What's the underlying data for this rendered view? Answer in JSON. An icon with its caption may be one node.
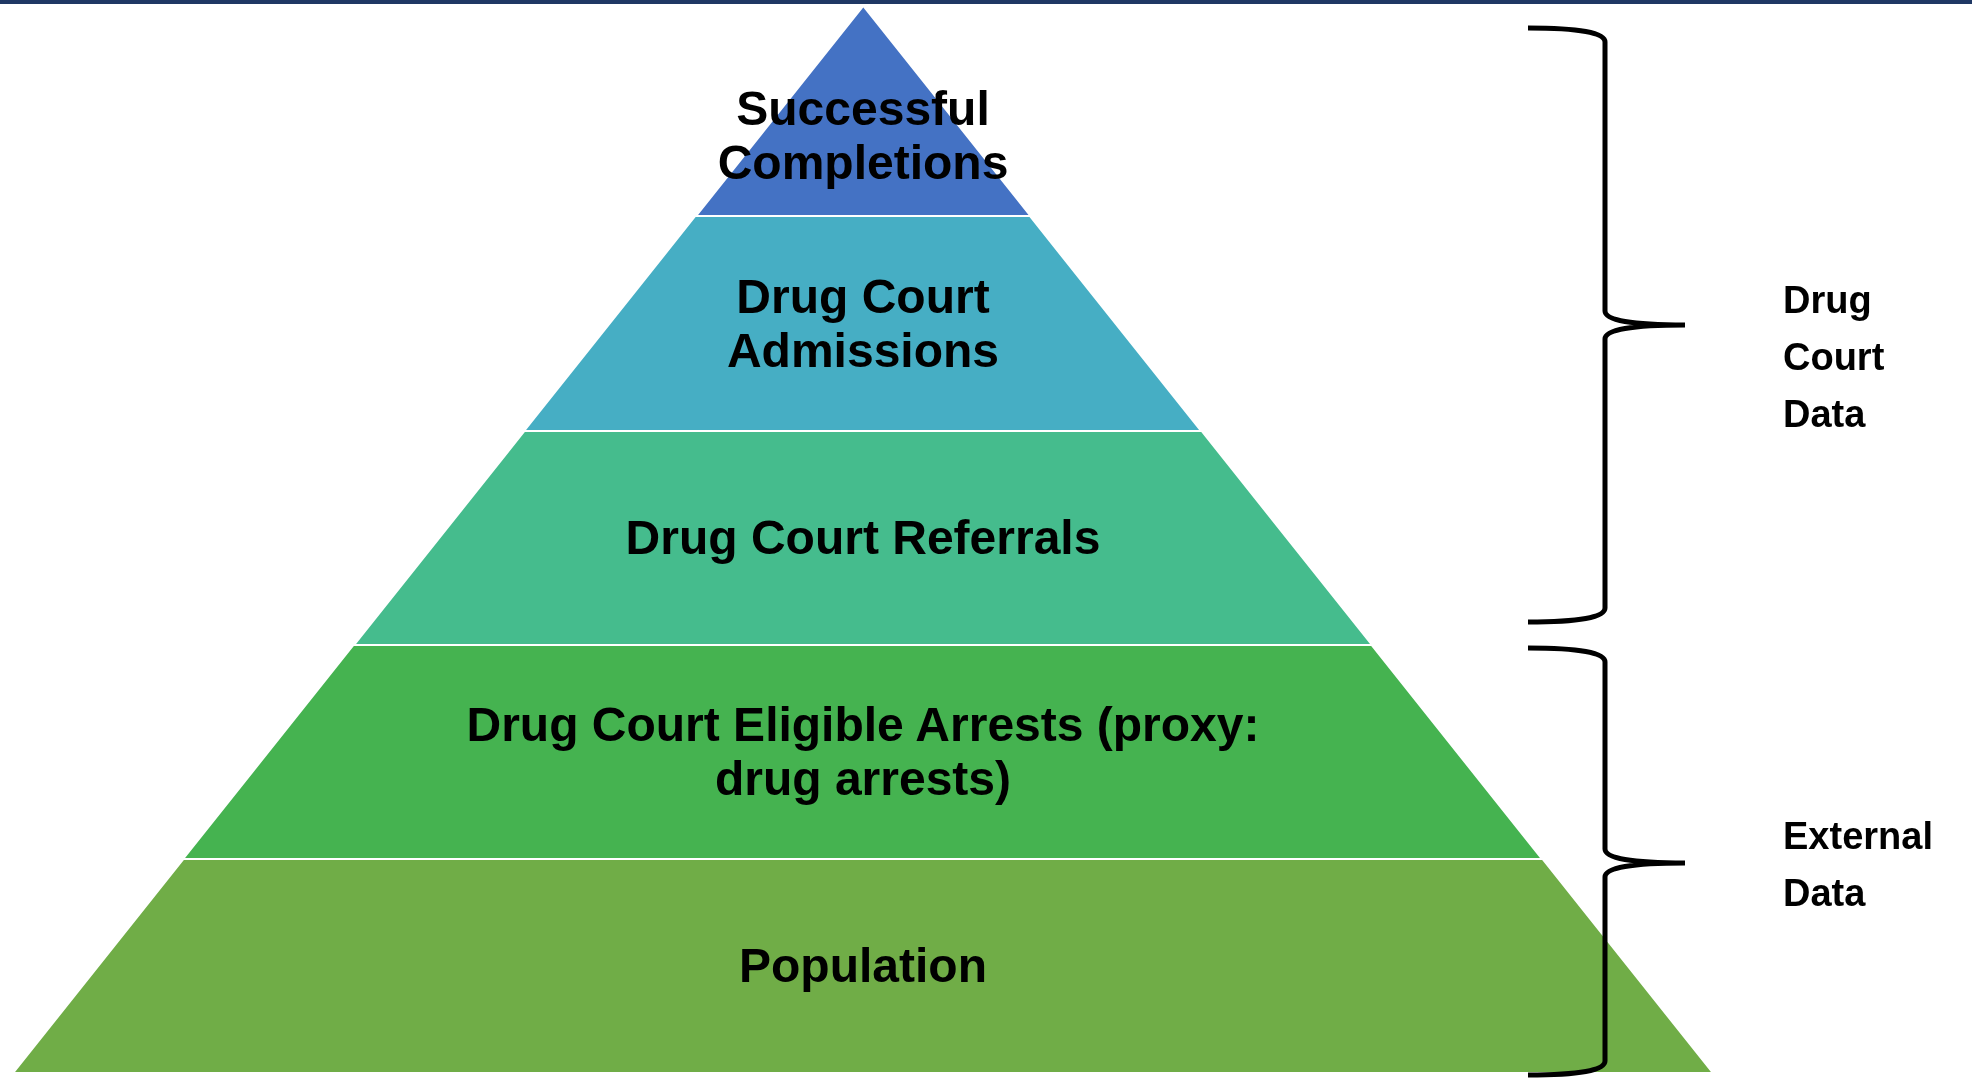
{
  "diagram": {
    "nodes": [
      {
        "text": [
          "Successful Completions"
        ]
      },
      {
        "text": [
          "Drug Court Admissions"
        ]
      },
      {
        "text": [
          "Drug Court Referrals"
        ]
      },
      {
        "text": [
          "Drug Court Eligible Arrests (proxy: drug arrests)"
        ]
      },
      {
        "text": [
          "Population"
        ]
      }
    ],
    "edges": [],
    "labels": [
      "Drug Court Data",
      "External Data"
    ]
  }
}
